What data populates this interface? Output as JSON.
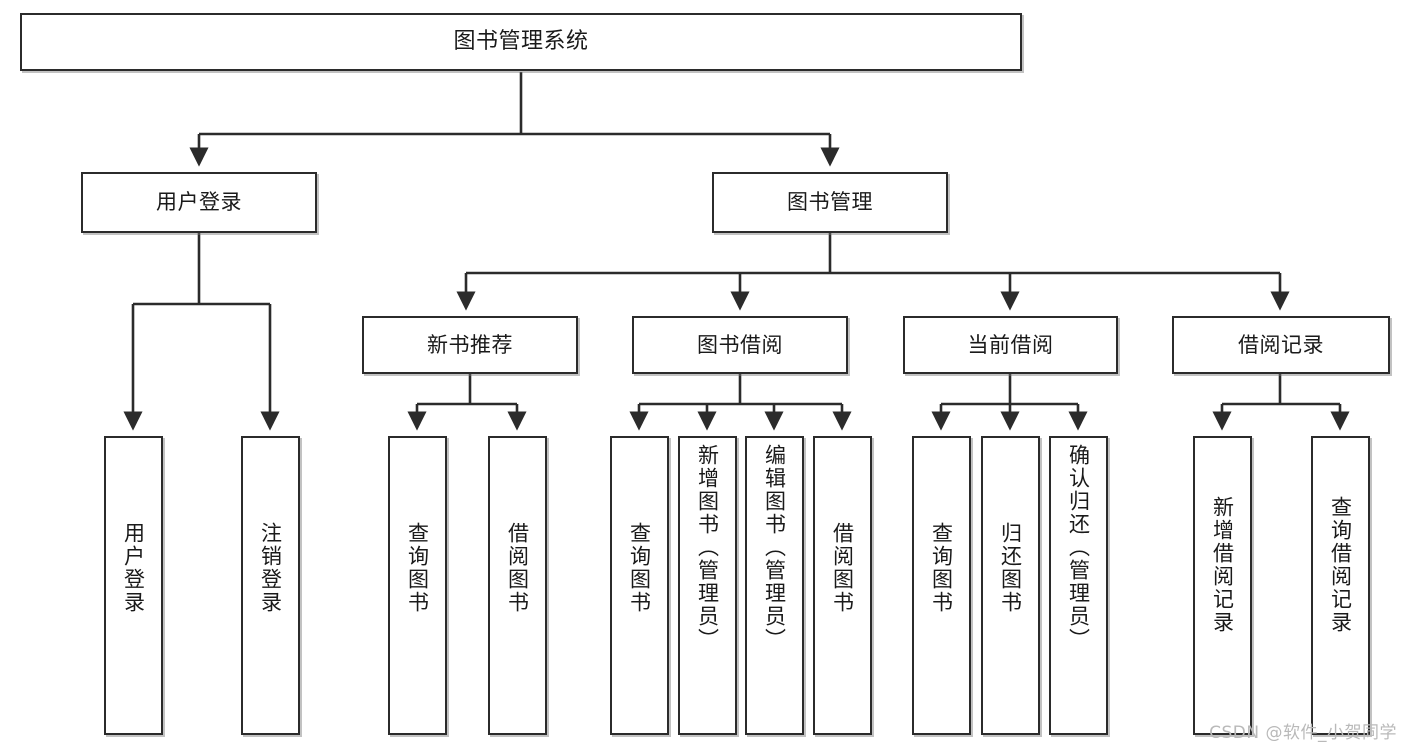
{
  "diagram": {
    "title": "图书管理系统",
    "type": "tree-hierarchy-chart",
    "watermark": "CSDN @软件_小贺同学",
    "colors": {
      "background": "#ffffff",
      "node_border": "#2b2b2b",
      "node_fill": "#ffffff",
      "edge": "#2b2b2b",
      "watermark": "#b9b9b9"
    },
    "levels": {
      "level1": "图书管理系统",
      "level2": [
        "用户登录",
        "图书管理"
      ],
      "level3": [
        "新书推荐",
        "图书借阅",
        "当前借阅",
        "借阅记录"
      ]
    },
    "nodes": {
      "root": {
        "label": "图书管理系统"
      },
      "user_login": {
        "label": "用户登录"
      },
      "book_manage": {
        "label": "图书管理"
      },
      "new_book_rec": {
        "label": "新书推荐"
      },
      "book_borrow": {
        "label": "图书借阅"
      },
      "current_borrow": {
        "label": "当前借阅"
      },
      "borrow_record": {
        "label": "借阅记录"
      },
      "leaf_user_login": {
        "label": "用户登录"
      },
      "leaf_logout": {
        "label": "注销登录"
      },
      "leaf_query_book_a": {
        "label": "查询图书"
      },
      "leaf_borrow_book_a": {
        "label": "借阅图书"
      },
      "leaf_query_book_b": {
        "label": "查询图书"
      },
      "leaf_add_book": {
        "label": "新增图书（管理员）"
      },
      "leaf_edit_book": {
        "label": "编辑图书（管理员）"
      },
      "leaf_borrow_book_b": {
        "label": "借阅图书"
      },
      "leaf_query_book_c": {
        "label": "查询图书"
      },
      "leaf_return_book": {
        "label": "归还图书"
      },
      "leaf_confirm_return": {
        "label": "确认归还（管理员）"
      },
      "leaf_add_record": {
        "label": "新增借阅记录"
      },
      "leaf_query_record": {
        "label": "查询借阅记录"
      }
    },
    "edges": [
      {
        "from": "图书管理系统",
        "to": "用户登录"
      },
      {
        "from": "图书管理系统",
        "to": "图书管理"
      },
      {
        "from": "用户登录",
        "to": "用户登录"
      },
      {
        "from": "用户登录",
        "to": "注销登录"
      },
      {
        "from": "图书管理",
        "to": "新书推荐"
      },
      {
        "from": "图书管理",
        "to": "图书借阅"
      },
      {
        "from": "图书管理",
        "to": "当前借阅"
      },
      {
        "from": "图书管理",
        "to": "借阅记录"
      },
      {
        "from": "新书推荐",
        "to": "查询图书"
      },
      {
        "from": "新书推荐",
        "to": "借阅图书"
      },
      {
        "from": "图书借阅",
        "to": "查询图书"
      },
      {
        "from": "图书借阅",
        "to": "新增图书（管理员）"
      },
      {
        "from": "图书借阅",
        "to": "编辑图书（管理员）"
      },
      {
        "from": "图书借阅",
        "to": "借阅图书"
      },
      {
        "from": "当前借阅",
        "to": "查询图书"
      },
      {
        "from": "当前借阅",
        "to": "归还图书"
      },
      {
        "from": "当前借阅",
        "to": "确认归还（管理员）"
      },
      {
        "from": "借阅记录",
        "to": "新增借阅记录"
      },
      {
        "from": "借阅记录",
        "to": "查询借阅记录"
      }
    ]
  }
}
